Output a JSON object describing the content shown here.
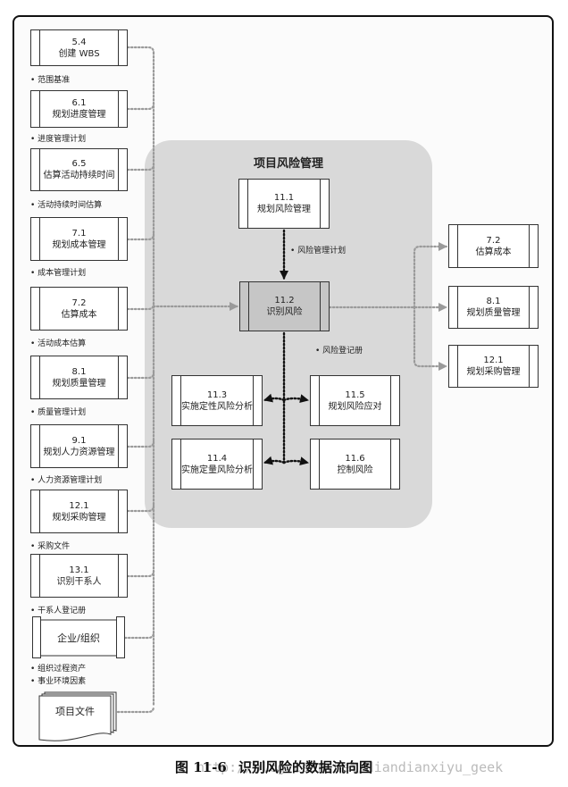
{
  "panel": {
    "title": "项目风险管理"
  },
  "inputs": [
    {
      "id": "5.4",
      "name": "创建 WBS",
      "output": "范围基准"
    },
    {
      "id": "6.1",
      "name": "规划进度管理",
      "output": "进度管理计划"
    },
    {
      "id": "6.5",
      "name": "估算活动持续时间",
      "output": "活动持续时间估算"
    },
    {
      "id": "7.1",
      "name": "规划成本管理",
      "output": "成本管理计划"
    },
    {
      "id": "7.2",
      "name": "估算成本",
      "output": "活动成本估算"
    },
    {
      "id": "8.1",
      "name": "规划质量管理",
      "output": "质量管理计划"
    },
    {
      "id": "9.1",
      "name": "规划人力资源管理",
      "output": "人力资源管理计划"
    },
    {
      "id": "12.1",
      "name": "规划采购管理",
      "output": "采购文件"
    },
    {
      "id": "13.1",
      "name": "识别干系人",
      "output": "干系人登记册"
    }
  ],
  "org": {
    "name": "企业/组织",
    "outputs": [
      "组织过程资产",
      "事业环境因素"
    ]
  },
  "docs": {
    "name": "项目文件"
  },
  "center": {
    "plan": {
      "id": "11.1",
      "name": "规划风险管理"
    },
    "plan_output": "风险管理计划",
    "identify": {
      "id": "11.2",
      "name": "识别风险"
    },
    "identify_output": "风险登记册",
    "qual": {
      "id": "11.3",
      "name": "实施定性风险分析"
    },
    "quant": {
      "id": "11.4",
      "name": "实施定量风险分析"
    },
    "response": {
      "id": "11.5",
      "name": "规划风险应对"
    },
    "control": {
      "id": "11.6",
      "name": "控制风险"
    }
  },
  "outputs": [
    {
      "id": "7.2",
      "name": "估算成本"
    },
    {
      "id": "8.1",
      "name": "规划质量管理"
    },
    {
      "id": "12.1",
      "name": "规划采购管理"
    }
  ],
  "caption": {
    "figure": "图 11-6",
    "title": "识别风险的数据流向图",
    "watermark": "http://blog.csdn.net/diandianxiyu_geek"
  },
  "colors": {
    "panel": "#d9d9d9",
    "highlight_box": "#c6c6c6",
    "dotted_gray": "#9a9a9a",
    "dotted_black": "#111111"
  }
}
